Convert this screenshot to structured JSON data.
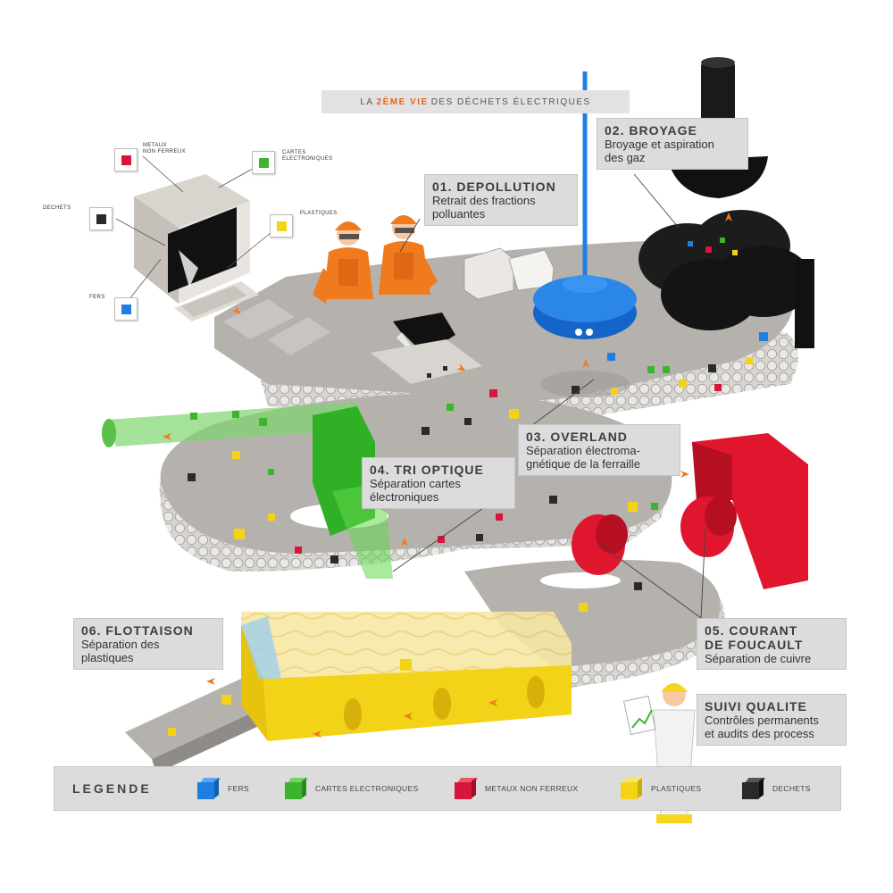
{
  "header": {
    "pre": "LA",
    "accent": "2ÈME VIE",
    "post": "DES DÉCHETS ÉLECTRIQUES",
    "accent_color": "#e8641b"
  },
  "steps": {
    "s01": {
      "title": "01. DEPOLLUTION",
      "desc": [
        "Retrait des fractions",
        "polluantes"
      ]
    },
    "s02": {
      "title": "02. BROYAGE",
      "desc": [
        "Broyage et aspiration",
        "des gaz"
      ]
    },
    "s03": {
      "title": "03. OVERLAND",
      "desc": [
        "Séparation électroma-",
        "gnétique de la ferraille"
      ]
    },
    "s04": {
      "title": "04. TRI OPTIQUE",
      "desc": [
        "Séparation cartes",
        "électroniques"
      ]
    },
    "s05": {
      "title": [
        "05. COURANT",
        "DE FOUCAULT"
      ],
      "desc": [
        "Séparation de cuivre"
      ]
    },
    "s06": {
      "title": "06. FLOTTAISON",
      "desc": [
        "Séparation des",
        "plastiques"
      ]
    },
    "quality": {
      "title": "SUIVI QUALITE",
      "desc": [
        "Contrôles permanents",
        "et audits des process"
      ]
    }
  },
  "computer_labels": {
    "metaux": [
      "METAUX",
      "NON FERREUX"
    ],
    "cartes": [
      "CARTES",
      "ELECTRONIQUES"
    ],
    "dechets": "DECHETS",
    "plastiques": "PLASTIQUES",
    "fers": "FERS"
  },
  "legend": {
    "title": "LEGENDE",
    "items": [
      {
        "label": "FERS",
        "color": "#1f7fe0"
      },
      {
        "label": "CARTES ELECTRONIQUES",
        "color": "#3cb52d"
      },
      {
        "label": "METAUX NON FERREUX",
        "color": "#d8163c"
      },
      {
        "label": "PLASTIQUES",
        "color": "#f2d318"
      },
      {
        "label": "DECHETS",
        "color": "#2a2a2a"
      }
    ]
  },
  "colors": {
    "belt": "#b2afab",
    "belt_side": "#cfcccb",
    "orange": "#f07a1e",
    "red": "#e0162e",
    "green": "#39b22a",
    "blue": "#1f7fe0",
    "yellow": "#f5d51e",
    "black": "#222222"
  },
  "icons": [
    "arrow-icon",
    "cube-icon",
    "worker-figure",
    "computer-illustration",
    "magnet-icon",
    "shredder-rollers",
    "eddy-current-rollers",
    "flotation-tank",
    "optical-sorter"
  ]
}
